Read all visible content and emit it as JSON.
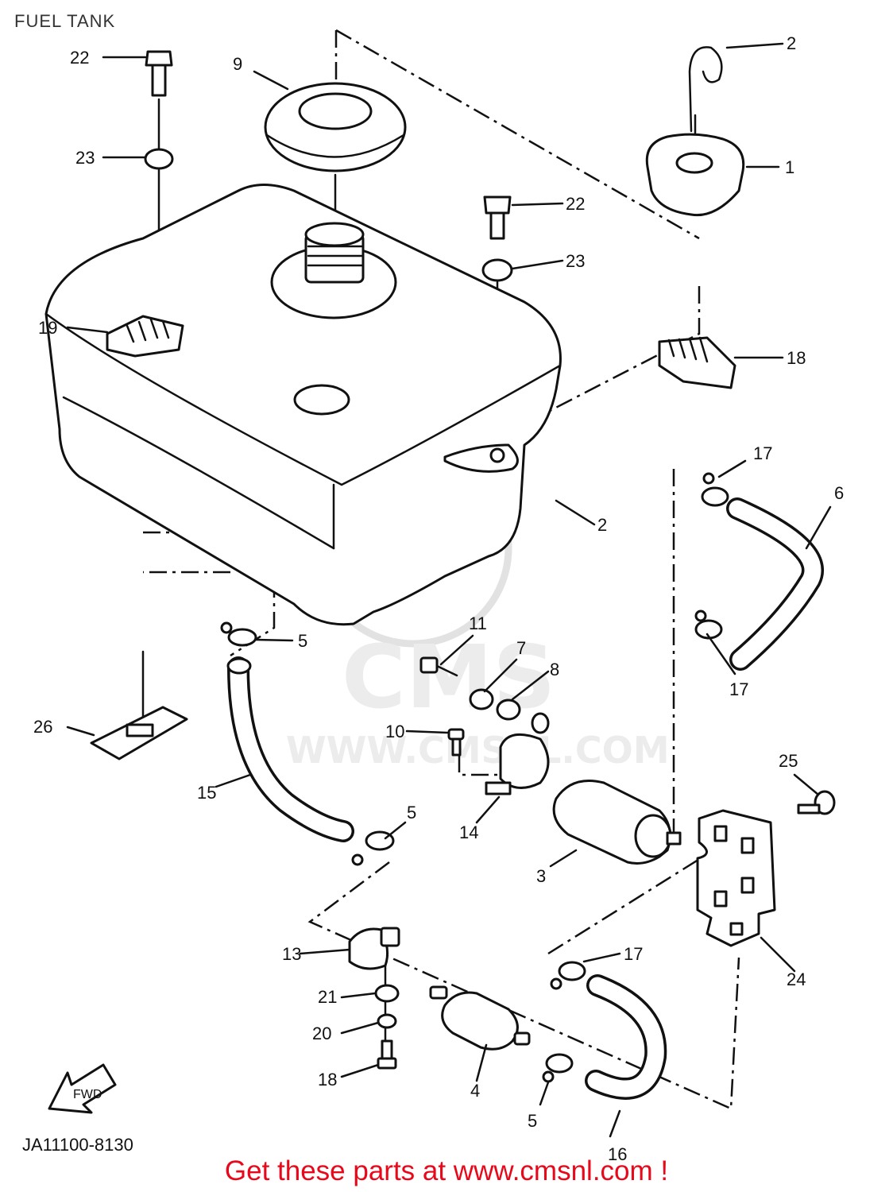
{
  "page": {
    "title": "FUEL TANK",
    "drawing_code": "JA11100-8130",
    "footer": "Get these parts at www.cmsnl.com !"
  },
  "watermark": {
    "logo_text": "CMS",
    "url_text": "WWW.CMSNL.COM"
  },
  "direction_arrow": {
    "label": "FWD"
  },
  "callouts": [
    {
      "id": "c1",
      "label": "1"
    },
    {
      "id": "c2a",
      "label": "2"
    },
    {
      "id": "c2b",
      "label": "2"
    },
    {
      "id": "c3",
      "label": "3"
    },
    {
      "id": "c4",
      "label": "4"
    },
    {
      "id": "c5a",
      "label": "5"
    },
    {
      "id": "c5b",
      "label": "5"
    },
    {
      "id": "c5c",
      "label": "5"
    },
    {
      "id": "c6",
      "label": "6"
    },
    {
      "id": "c7",
      "label": "7"
    },
    {
      "id": "c8",
      "label": "8"
    },
    {
      "id": "c9",
      "label": "9"
    },
    {
      "id": "c10",
      "label": "10"
    },
    {
      "id": "c11",
      "label": "11"
    },
    {
      "id": "c13",
      "label": "13"
    },
    {
      "id": "c14",
      "label": "14"
    },
    {
      "id": "c15",
      "label": "15"
    },
    {
      "id": "c16",
      "label": "16"
    },
    {
      "id": "c17a",
      "label": "17"
    },
    {
      "id": "c17b",
      "label": "17"
    },
    {
      "id": "c17c",
      "label": "17"
    },
    {
      "id": "c18a",
      "label": "18"
    },
    {
      "id": "c18b",
      "label": "18"
    },
    {
      "id": "c19",
      "label": "19"
    },
    {
      "id": "c20",
      "label": "20"
    },
    {
      "id": "c21",
      "label": "21"
    },
    {
      "id": "c22a",
      "label": "22"
    },
    {
      "id": "c22b",
      "label": "22"
    },
    {
      "id": "c23a",
      "label": "23"
    },
    {
      "id": "c23b",
      "label": "23"
    },
    {
      "id": "c24",
      "label": "24"
    },
    {
      "id": "c25",
      "label": "25"
    },
    {
      "id": "c26",
      "label": "26"
    }
  ]
}
